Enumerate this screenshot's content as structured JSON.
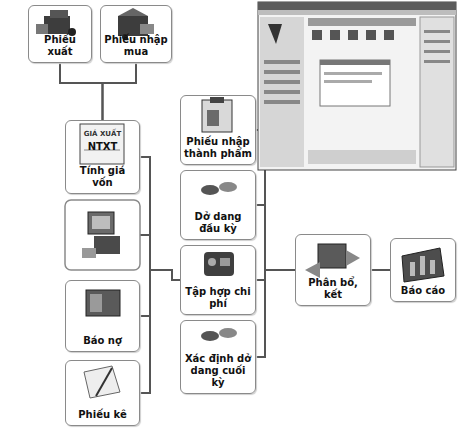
{
  "diagram": {
    "nodes": [
      {
        "text": [
          "Phiếu xuất"
        ]
      },
      {
        "text": [
          "Phiếu nhập mua"
        ]
      },
      {
        "text": [
          "GIÁ XUẤT",
          "NTXT",
          "Tính giá vốn"
        ]
      },
      {
        "text": [
          "Báo nợ"
        ]
      },
      {
        "text": [
          "Phiếu kê"
        ]
      },
      {
        "text": [
          "Phiếu nhập thành phẩm"
        ]
      },
      {
        "text": [
          "Dở dang đầu kỳ"
        ]
      },
      {
        "text": [
          "Tập hợp chi phí"
        ]
      },
      {
        "text": [
          "Xác định dở dang cuối kỳ"
        ]
      },
      {
        "text": [
          "Phân bổ, kết"
        ]
      },
      {
        "text": [
          "Báo cáo"
        ]
      }
    ],
    "edges": [
      {
        "from": 0,
        "to": 2,
        "arrow": "none"
      },
      {
        "from": 1,
        "to": 2,
        "arrow": "none"
      },
      {
        "from": 2,
        "to": 7,
        "arrow": "none"
      },
      {
        "from": 3,
        "to": 7,
        "arrow": "none"
      },
      {
        "from": 4,
        "to": 7,
        "arrow": "none"
      },
      {
        "from": 5,
        "to": 9,
        "arrow": "none"
      },
      {
        "from": 6,
        "to": 9,
        "arrow": "none"
      },
      {
        "from": 7,
        "to": 9,
        "arrow": "none"
      },
      {
        "from": 8,
        "to": 9,
        "arrow": "none"
      },
      {
        "from": 9,
        "to": 10,
        "arrow": "none"
      }
    ]
  }
}
